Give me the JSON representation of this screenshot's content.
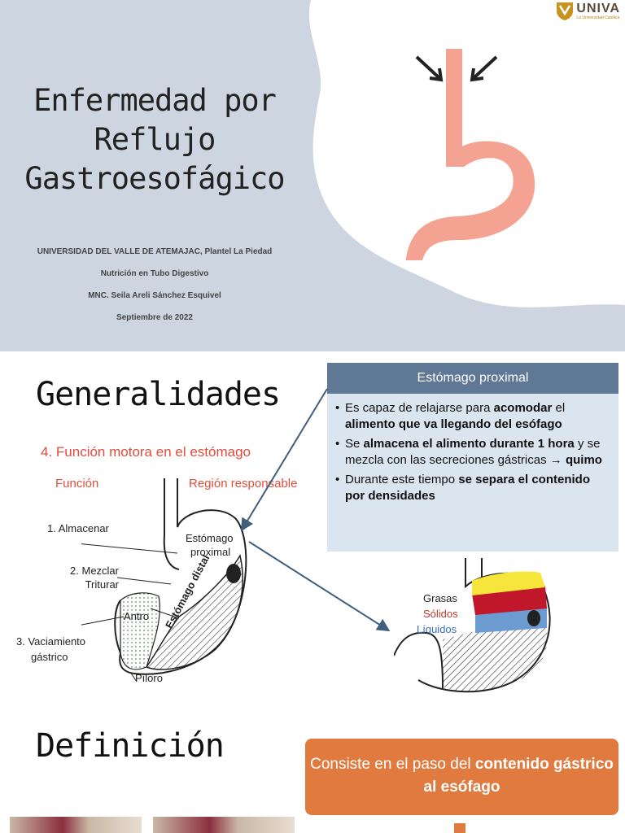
{
  "slide1": {
    "title_lines": [
      "Enfermedad por",
      "Reflujo",
      "Gastroesofágico"
    ],
    "meta": [
      "UNIVERSIDAD DEL VALLE DE ATEMAJAC, Plantel La Piedad",
      "Nutrición en Tubo Digestivo",
      "MNC. Seila Areli Sánchez Esquivel",
      "Septiembre de 2022"
    ],
    "logo": {
      "name": "UNIVA",
      "tagline": "La Universidad Católica"
    },
    "colors": {
      "blob": "#cdd6e0",
      "stomach": "#f4a291"
    }
  },
  "slide2": {
    "title": "Generalidades",
    "sub_heading": "4. Función motora en el estómago",
    "col_function": "Función",
    "col_region": "Región responsable",
    "labels": {
      "almacenar": "1. Almacenar",
      "mezclar": "2. Mezclar",
      "triturar": "Triturar",
      "vaciamiento_1": "3. Vaciamiento",
      "vaciamiento_2": "gástrico",
      "estomago_proximal_1": "Estómago",
      "estomago_proximal_2": "proximal",
      "estomago_distal": "Estómago distal",
      "antro": "Antro",
      "piloro": "Píloro"
    },
    "box": {
      "heading": "Estómago proximal",
      "bullets": [
        [
          {
            "t": "Es capaz de relajarse para ",
            "b": false
          },
          {
            "t": "acomodar",
            "b": true
          },
          {
            "t": " el ",
            "b": false
          },
          {
            "t": "alimento que va llegando del esófago",
            "b": true
          }
        ],
        [
          {
            "t": "Se ",
            "b": false
          },
          {
            "t": "almacena el alimento durante 1 hora",
            "b": true
          },
          {
            "t": " y se mezcla con las secreciones gástricas ",
            "b": false
          },
          {
            "t": "→ ",
            "b": false
          },
          {
            "t": "quimo",
            "b": true
          }
        ],
        [
          {
            "t": "Durante este tiempo ",
            "b": false
          },
          {
            "t": "se separa el contenido por densidades",
            "b": true
          }
        ]
      ]
    },
    "layers": {
      "grasas": "Grasas",
      "solidos": "Sólidos",
      "liquidos": "Líquidos"
    },
    "colors": {
      "box_head": "#5e7895",
      "box_body": "#dbe5f0",
      "accent_red": "#e34c3b",
      "arrow": "#3f5f7f"
    }
  },
  "slide3": {
    "title": "Definición",
    "box_parts": [
      {
        "t": "Consiste en el paso del ",
        "b": false
      },
      {
        "t": "contenido gástrico al esófago",
        "b": true
      }
    ],
    "colors": {
      "box": "#e07a3f"
    }
  }
}
